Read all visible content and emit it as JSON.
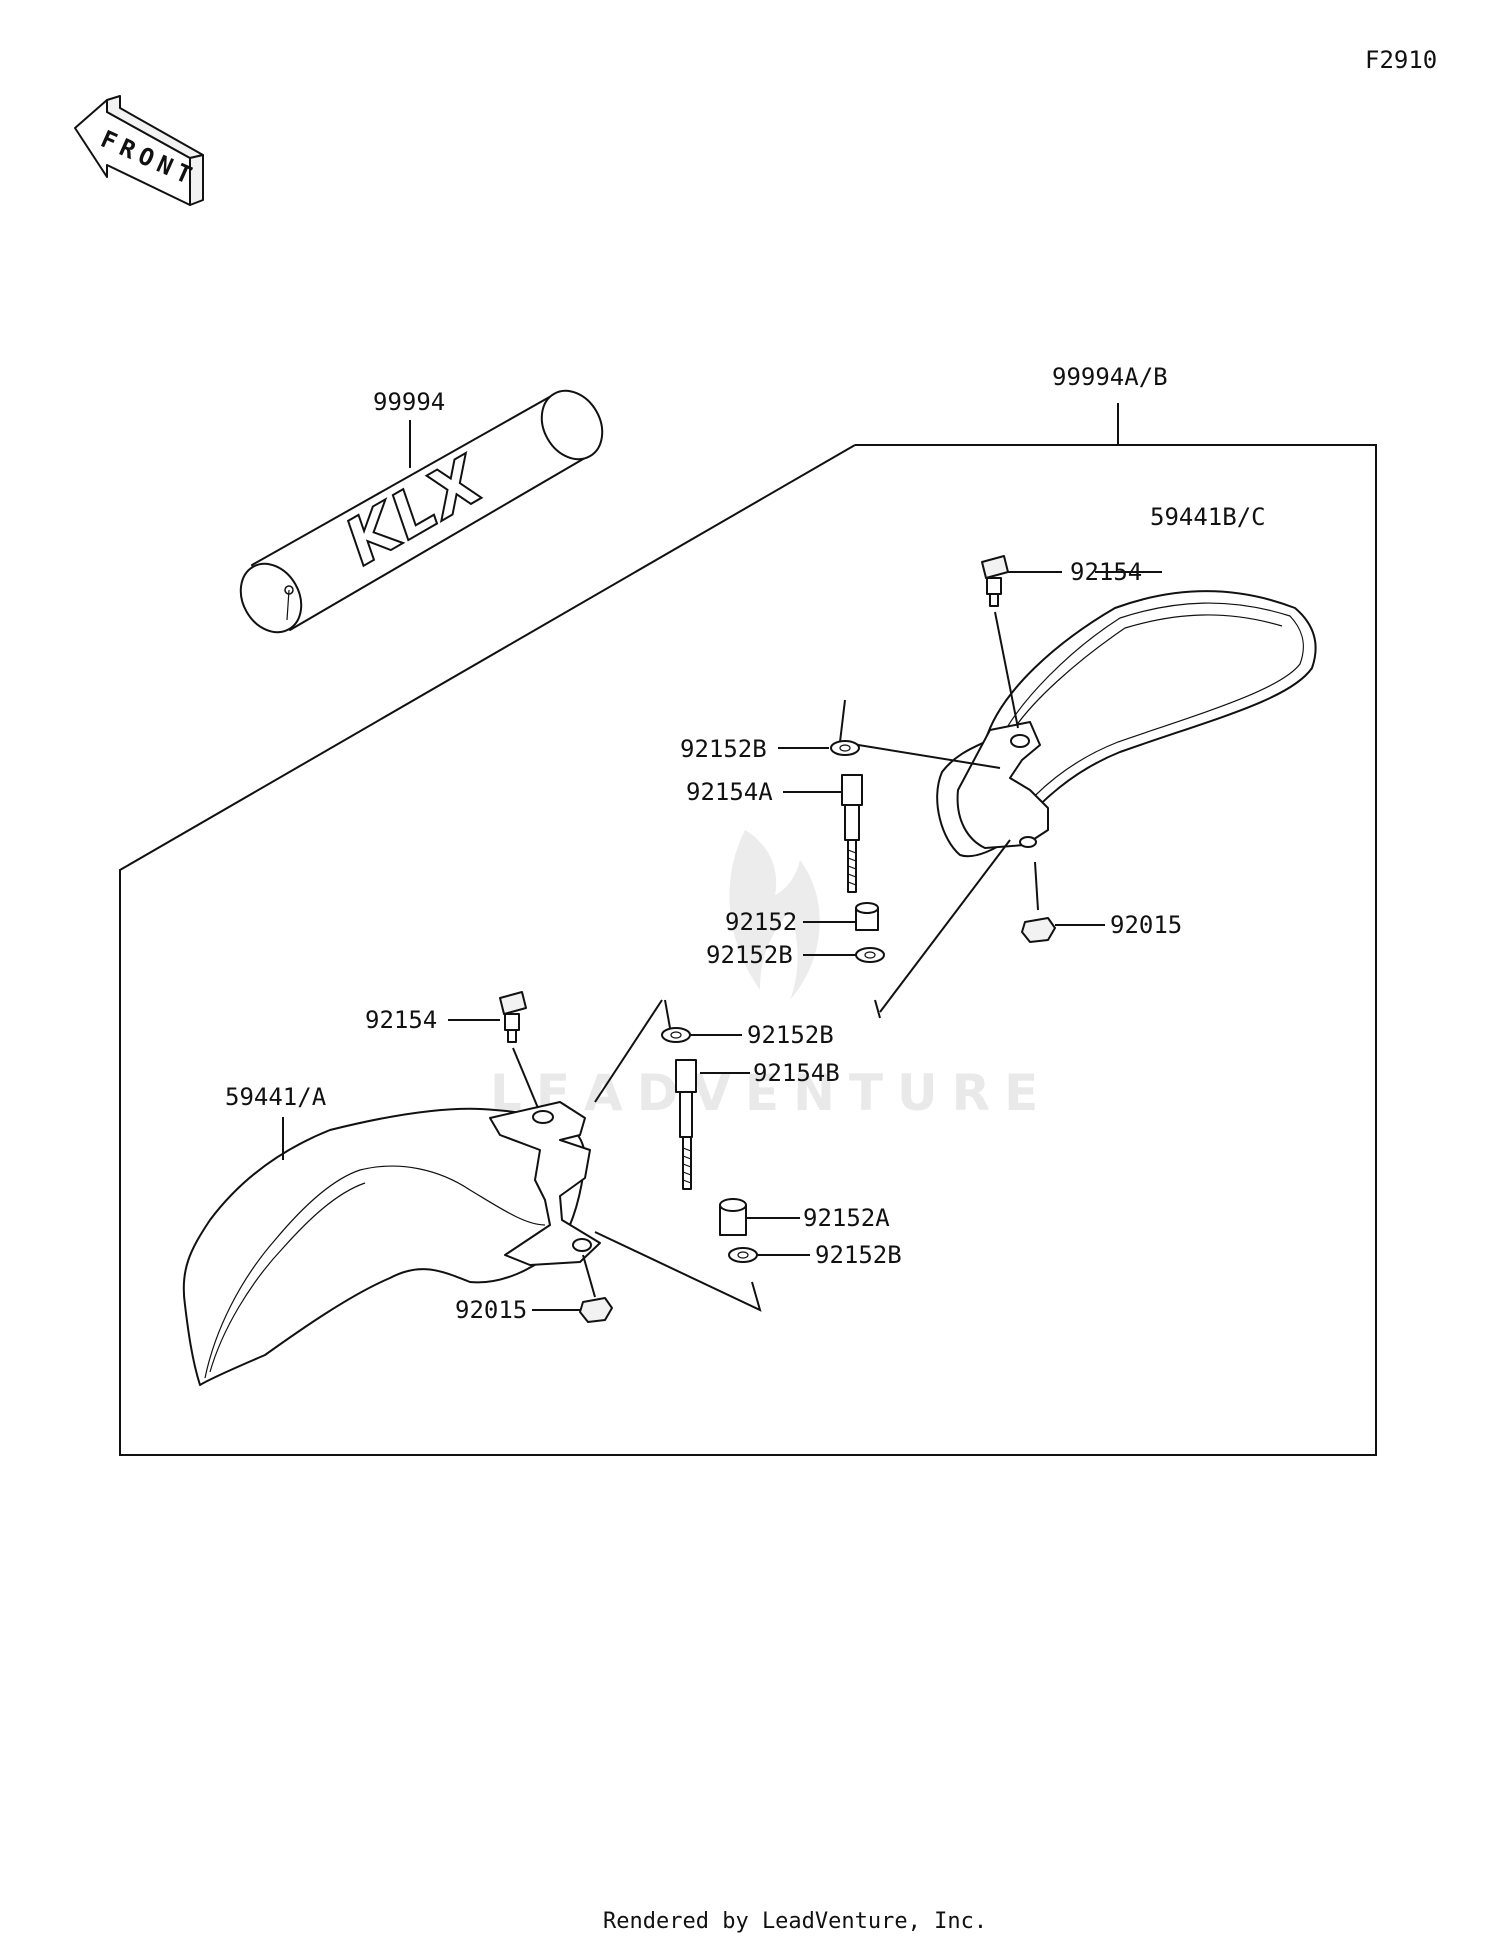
{
  "diagram_code": "F2910",
  "front_label": "FRONT",
  "pad_logo_text": "KLX",
  "watermark": "LEADVENTURE",
  "footer": "Rendered by LeadVenture, Inc.",
  "callouts": {
    "pad": "99994",
    "kit": "99994A/B",
    "guard_right": "59441B/C",
    "bolt_right": "92154",
    "collar_b_r1": "92152B",
    "bolt_a": "92154A",
    "collar_r": "92152",
    "collar_b_r2": "92152B",
    "nut_right": "92015",
    "bolt_left": "92154",
    "collar_b_l1": "92152B",
    "bolt_b": "92154B",
    "guard_left": "59441/A",
    "collar_a": "92152A",
    "collar_b_l2": "92152B",
    "nut_left": "92015"
  }
}
